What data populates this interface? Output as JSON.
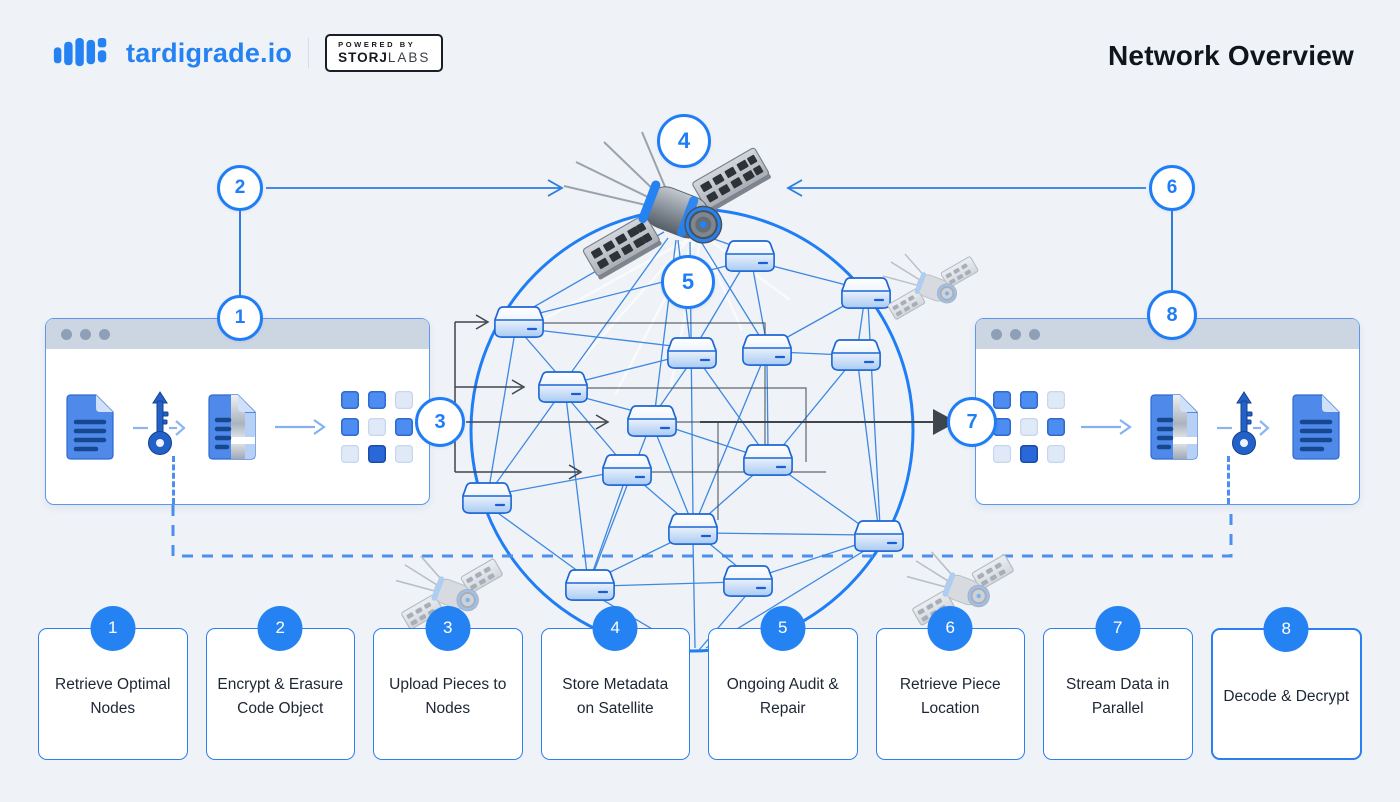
{
  "header": {
    "logo_text": "tardigrade.io",
    "badge_top": "POWERED BY",
    "badge_bold": "STORJ",
    "badge_light": "LABS",
    "title": "Network Overview"
  },
  "steps": [
    {
      "number": "1",
      "label": "Retrieve Optimal Nodes"
    },
    {
      "number": "2",
      "label": "Encrypt & Erasure Code Object"
    },
    {
      "number": "3",
      "label": "Upload Pieces to Nodes"
    },
    {
      "number": "4",
      "label": "Store Metadata on Satellite"
    },
    {
      "number": "5",
      "label": "Ongoing Audit & Repair"
    },
    {
      "number": "6",
      "label": "Retrieve Piece Location"
    },
    {
      "number": "7",
      "label": "Stream Data in Parallel"
    },
    {
      "number": "8",
      "label": "Decode & Decrypt"
    }
  ],
  "piece_grid": {
    "pattern": [
      [
        "b",
        "b",
        "l"
      ],
      [
        "b",
        "l",
        "b"
      ],
      [
        "l",
        "d",
        "l"
      ]
    ]
  },
  "colors": {
    "accent": "#1f7ef5",
    "accent_dark": "#2267d1",
    "square_blue": "#4d8cf0",
    "square_dark": "#2a67d8",
    "square_light": "#dfe9f7",
    "card_text": "#1d2633",
    "background": "#eff2f7",
    "titlebar": "#ccd6e3",
    "dot": "#8da0b8",
    "dark_line": "#3f454c",
    "dashed": "#4b90ef"
  }
}
